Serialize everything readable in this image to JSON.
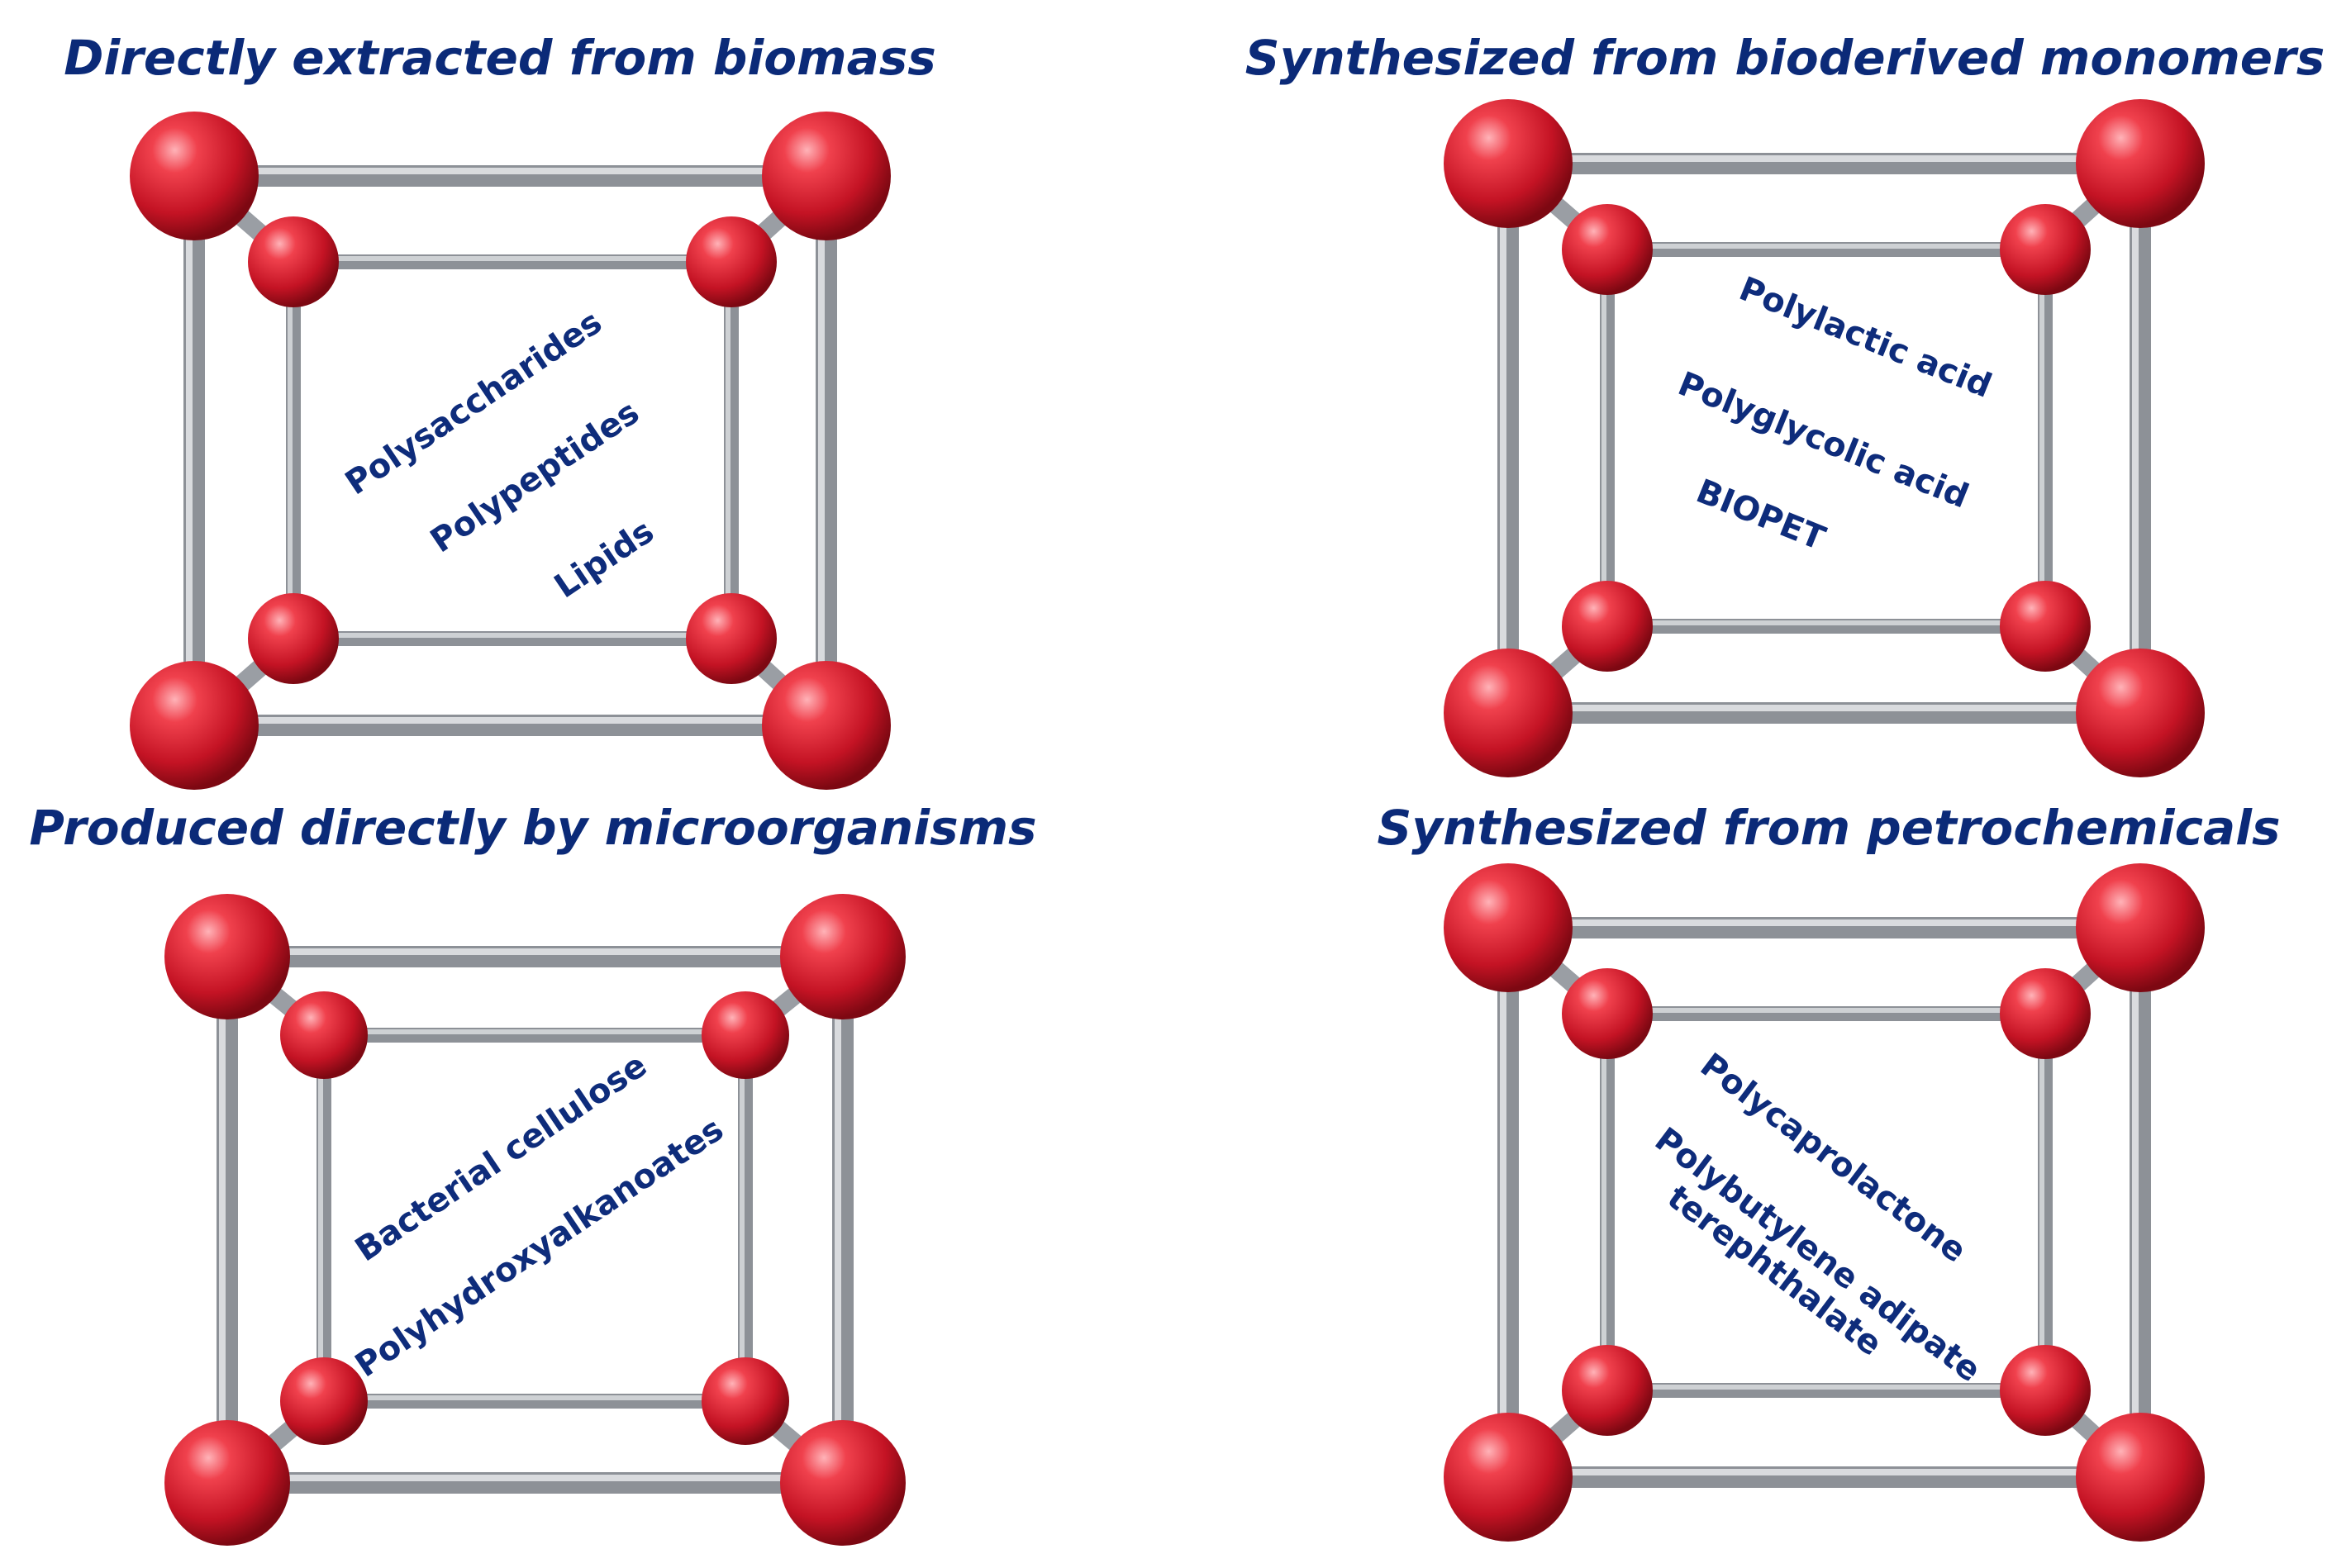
{
  "panels": [
    {
      "heading": "Directly extracted from biomass",
      "items": [
        "Polysaccharides",
        "Polypeptides",
        "Lipids"
      ]
    },
    {
      "heading": "Synthesized from bioderived monomers",
      "items": [
        "Polylactic acid",
        "Polyglycolic acid",
        "BIOPET"
      ]
    },
    {
      "heading": "Produced directly by microorganisms",
      "items": [
        "Bacterial cellulose",
        "Polyhydroxyalkanoates"
      ]
    },
    {
      "heading": "Synthesized from petrochemicals",
      "items": [
        "Polycaprolactone",
        "Polybutylene adipate",
        "terephthalate"
      ]
    }
  ],
  "colors": {
    "heading_text": "#0b2a78",
    "item_text": "#0e2c7b",
    "sphere": "#d61f2d",
    "rod": "#9a9ea4"
  }
}
